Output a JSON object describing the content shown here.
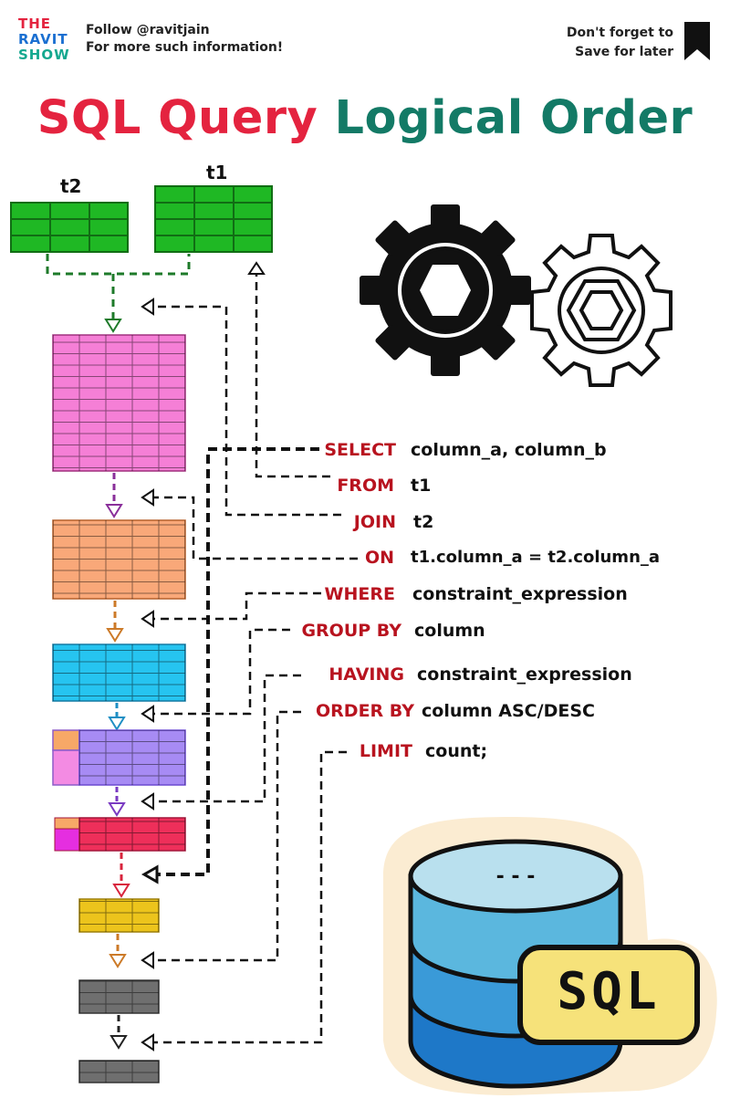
{
  "header": {
    "logo": [
      "THE",
      "RAVIT",
      "SHOW"
    ],
    "follow_line1": "Follow @ravitjain",
    "follow_line2": "For more such information!",
    "save_line1": "Don't forget to",
    "save_line2": "Save for later",
    "bookmark_icon": "bookmark-icon"
  },
  "title": {
    "part1": "SQL Query",
    "part2": "Logical Order"
  },
  "tables": {
    "t1_label": "t1",
    "t2_label": "t2"
  },
  "query": [
    {
      "keyword": "SELECT",
      "expr": "column_a, column_b"
    },
    {
      "keyword": "FROM",
      "expr": "t1"
    },
    {
      "keyword": "JOIN",
      "expr": "t2"
    },
    {
      "keyword": "ON",
      "expr": "t1.column_a = t2.column_a"
    },
    {
      "keyword": "WHERE",
      "expr": "constraint_expression"
    },
    {
      "keyword": "GROUP BY",
      "expr": "column"
    },
    {
      "keyword": "HAVING",
      "expr": "constraint_expression"
    },
    {
      "keyword": "ORDER BY",
      "expr": "column ASC/DESC"
    },
    {
      "keyword": "LIMIT",
      "expr": "count;"
    }
  ],
  "illustrations": {
    "gears": "gears-icon",
    "database": "database-icon",
    "sql_badge": "SQL",
    "db_dashes": "- - -"
  },
  "colors": {
    "title_red": "#e4233f",
    "title_green": "#137a66",
    "keyword": "#b8131f",
    "t_green": "#1fb824",
    "pink": "#f57fd6",
    "orange": "#f9a879",
    "cyan": "#26c4f0",
    "purple": "#a78bf4",
    "red": "#ee2f5a",
    "yellow": "#ecc41c",
    "gray": "#6f6f6f"
  }
}
